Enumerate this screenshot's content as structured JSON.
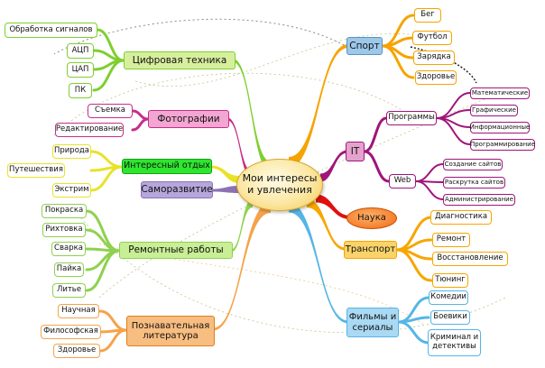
{
  "center": "Мои интересы\nи увлечения",
  "left": {
    "digital": {
      "title": "Цифровая техника",
      "items": [
        "Обработка сигналов",
        "АЦП",
        "ЦАП",
        "ПК"
      ]
    },
    "photo": {
      "title": "Фотографии",
      "items": [
        "Съемка",
        "Редактирование"
      ]
    },
    "rest": {
      "title": "Интересный отдых",
      "items": [
        "Природа",
        "Путешествия",
        "Экстрим"
      ]
    },
    "self": {
      "title": "Саморазвитие"
    },
    "repair": {
      "title": "Ремонтные работы",
      "items": [
        "Покраска",
        "Рихтовка",
        "Сварка",
        "Пайка",
        "Литье"
      ]
    },
    "lit": {
      "title": "Познавательная\nлитература",
      "items": [
        "Научная",
        "Философская",
        "Здоровье"
      ]
    }
  },
  "right": {
    "sport": {
      "title": "Спорт",
      "items": [
        "Бег",
        "Футбол",
        "Зарядка",
        "Здоровье"
      ]
    },
    "it": {
      "title": "IT",
      "programs": {
        "title": "Программы",
        "items": [
          "Математические",
          "Графические",
          "Информационные",
          "Программирование"
        ]
      },
      "web": {
        "title": "Web",
        "items": [
          "Создание сайтов",
          "Раскрутка сайтов",
          "Администрирование"
        ]
      }
    },
    "nauka": {
      "title": "Наука"
    },
    "transport": {
      "title": "Транспорт",
      "items": [
        "Диагностика",
        "Ремонт",
        "Восстановление",
        "Тюнинг"
      ]
    },
    "films": {
      "title": "Фильмы и\nсериалы",
      "items": [
        "Комедии",
        "Боевики",
        "Криминал и\nдетективы"
      ]
    }
  },
  "colors": {
    "digital": "#7ecf2f",
    "photo": "#c62e8a",
    "rest": "#e8e22a",
    "self": "#8c72b4",
    "repair": "#8fd14f",
    "lit": "#f5a34a",
    "sport": "#f6a300",
    "it": "#a0157a",
    "nauka": "#e01010",
    "transport": "#f7a600",
    "films": "#56b5e6"
  }
}
